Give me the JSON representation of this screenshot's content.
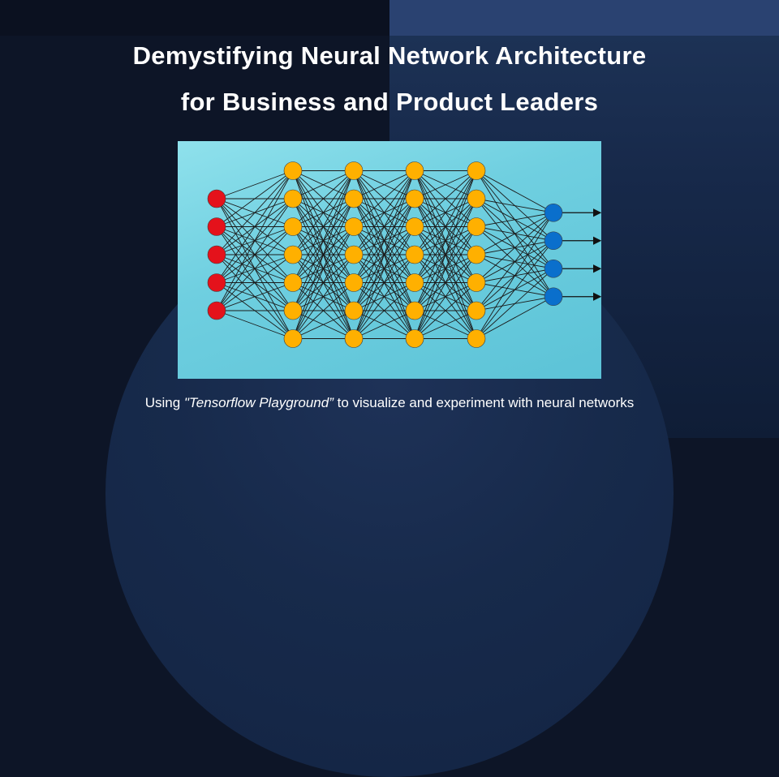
{
  "slide": {
    "title_line1": "Demystifying Neural Network Architecture",
    "title_line2": "for Business and Product Leaders",
    "caption_prefix": "Using ",
    "caption_emphasis": "\"Tensorflow Playground”",
    "caption_suffix": " to visualize and experiment with neural networks"
  },
  "network": {
    "layers": [
      {
        "name": "input",
        "nodes": 5,
        "color": "#e4121b"
      },
      {
        "name": "hidden-1",
        "nodes": 7,
        "color": "#ffb000"
      },
      {
        "name": "hidden-2",
        "nodes": 7,
        "color": "#ffb000"
      },
      {
        "name": "hidden-3",
        "nodes": 7,
        "color": "#ffb000"
      },
      {
        "name": "hidden-4",
        "nodes": 7,
        "color": "#ffb000"
      },
      {
        "name": "output",
        "nodes": 4,
        "color": "#0a6fcc"
      }
    ],
    "output_arrows": true
  },
  "colors": {
    "background": "#0d1527",
    "panel": "#1e3458",
    "title_text": "#ffffff",
    "diagram_background": "#6fcfe0",
    "edge": "#1a1a1a"
  }
}
